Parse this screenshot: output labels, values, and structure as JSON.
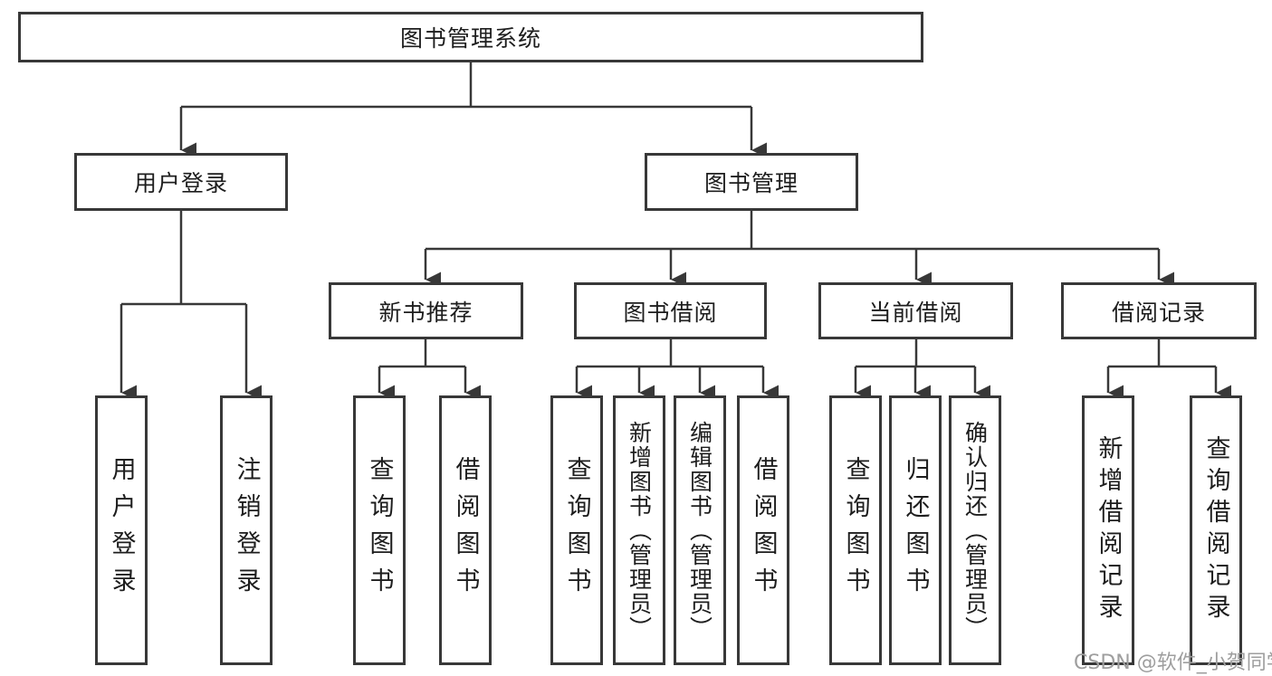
{
  "diagram": {
    "title": "图书管理系统",
    "root": "图书管理系统",
    "level2": [
      "用户登录",
      "图书管理"
    ],
    "level3": [
      "新书推荐",
      "图书借阅",
      "当前借阅",
      "借阅记录"
    ],
    "leaves": [
      "用户登录",
      "注销登录",
      "查询图书",
      "借阅图书",
      "查询图书",
      "新增图书（管理员）",
      "编辑图书（管理员）",
      "借阅图书",
      "查询图书",
      "归还图书",
      "确认归还（管理员）",
      "新增借阅记录",
      "查询借阅记录"
    ]
  },
  "watermark": {
    "text": "CSDN @软件_小贺同学",
    "color": "#9e9e9e"
  },
  "colors": {
    "line": "#383838",
    "box_border": "#383838",
    "box_fill": "#ffffff",
    "text": "#1d1d1d",
    "background": "#ffffff"
  }
}
